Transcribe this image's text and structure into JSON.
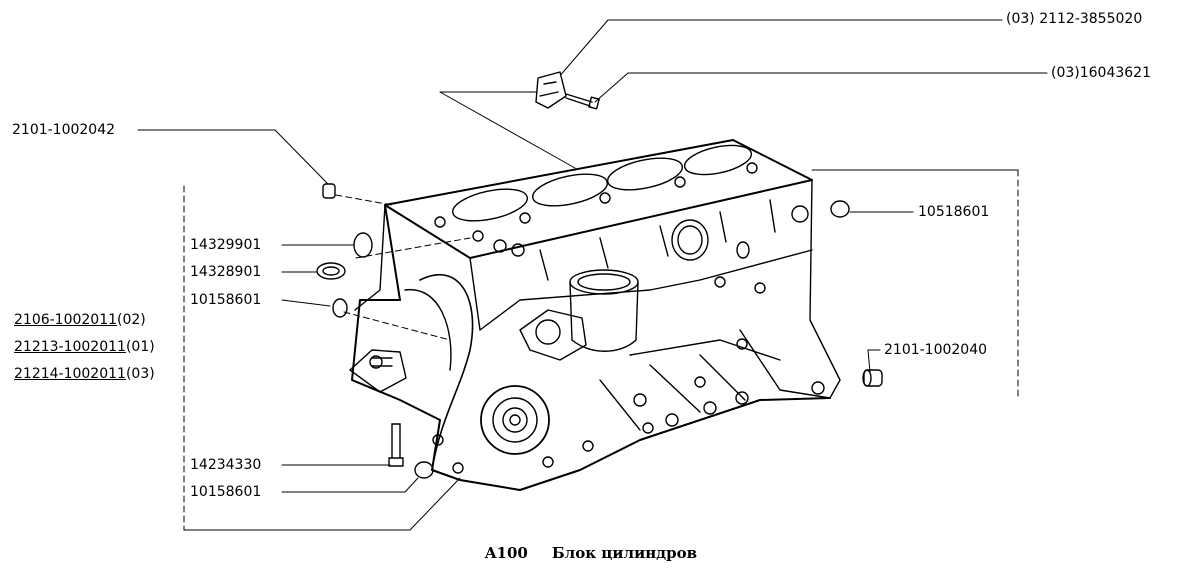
{
  "part_labels": {
    "top_right_1": "(03) 2112-3855020",
    "top_right_2": "(03)16043621",
    "left_top": "2101-1002042",
    "right_mid": "10518601",
    "left_1": "14329901",
    "left_2": "14328901",
    "left_3": "10158601",
    "right_low": "2101-1002040",
    "left_bottom_1": "14234330",
    "left_bottom_2": "10158601"
  },
  "block_variants": [
    {
      "number": "2106-1002011",
      "suffix": "(02)"
    },
    {
      "number": "21213-1002011",
      "suffix": "(01)"
    },
    {
      "number": "21214-1002011",
      "suffix": "(03)"
    }
  ],
  "caption": {
    "code": "A100",
    "title": "Блок цилиндров"
  }
}
